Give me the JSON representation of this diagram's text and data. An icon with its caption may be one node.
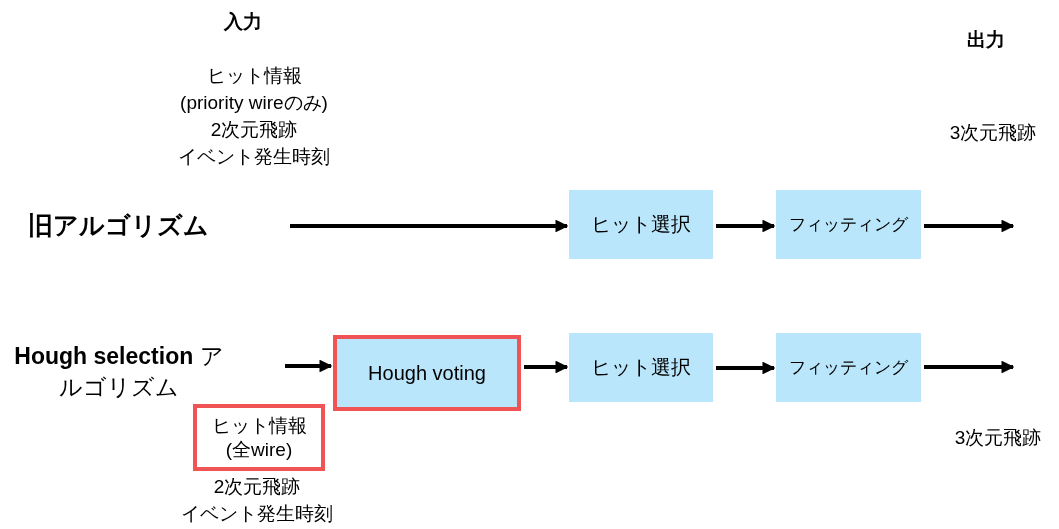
{
  "diagram": {
    "nodes": [
      {
        "text": [
          "ヒット選択"
        ]
      },
      {
        "text": [
          "フィッティング"
        ]
      },
      {
        "text": [
          "Hough voting"
        ]
      },
      {
        "text": [
          "ヒット選択"
        ]
      },
      {
        "text": [
          "フィッティング"
        ]
      },
      {
        "text": [
          "ヒット情報(全wire)"
        ]
      }
    ],
    "edges": [
      {
        "from": null,
        "to": 0,
        "arrow": "to"
      },
      {
        "from": 0,
        "to": 1,
        "arrow": "to"
      },
      {
        "from": 1,
        "to": null,
        "arrow": "to"
      },
      {
        "from": null,
        "to": 2,
        "arrow": "to"
      },
      {
        "from": 2,
        "to": 3,
        "arrow": "to"
      },
      {
        "from": 3,
        "to": 4,
        "arrow": "to"
      },
      {
        "from": 4,
        "to": null,
        "arrow": "to"
      }
    ],
    "labels": [
      "入力",
      "出力",
      "ヒット情報",
      "(priority wireのみ)",
      "2次元飛跡",
      "イベント発生時刻",
      "3次元飛跡",
      "旧アルゴリズム",
      "**Hough selection** アルゴリズム",
      "2次元飛跡",
      "イベント発生時刻",
      "3次元飛跡"
    ]
  }
}
